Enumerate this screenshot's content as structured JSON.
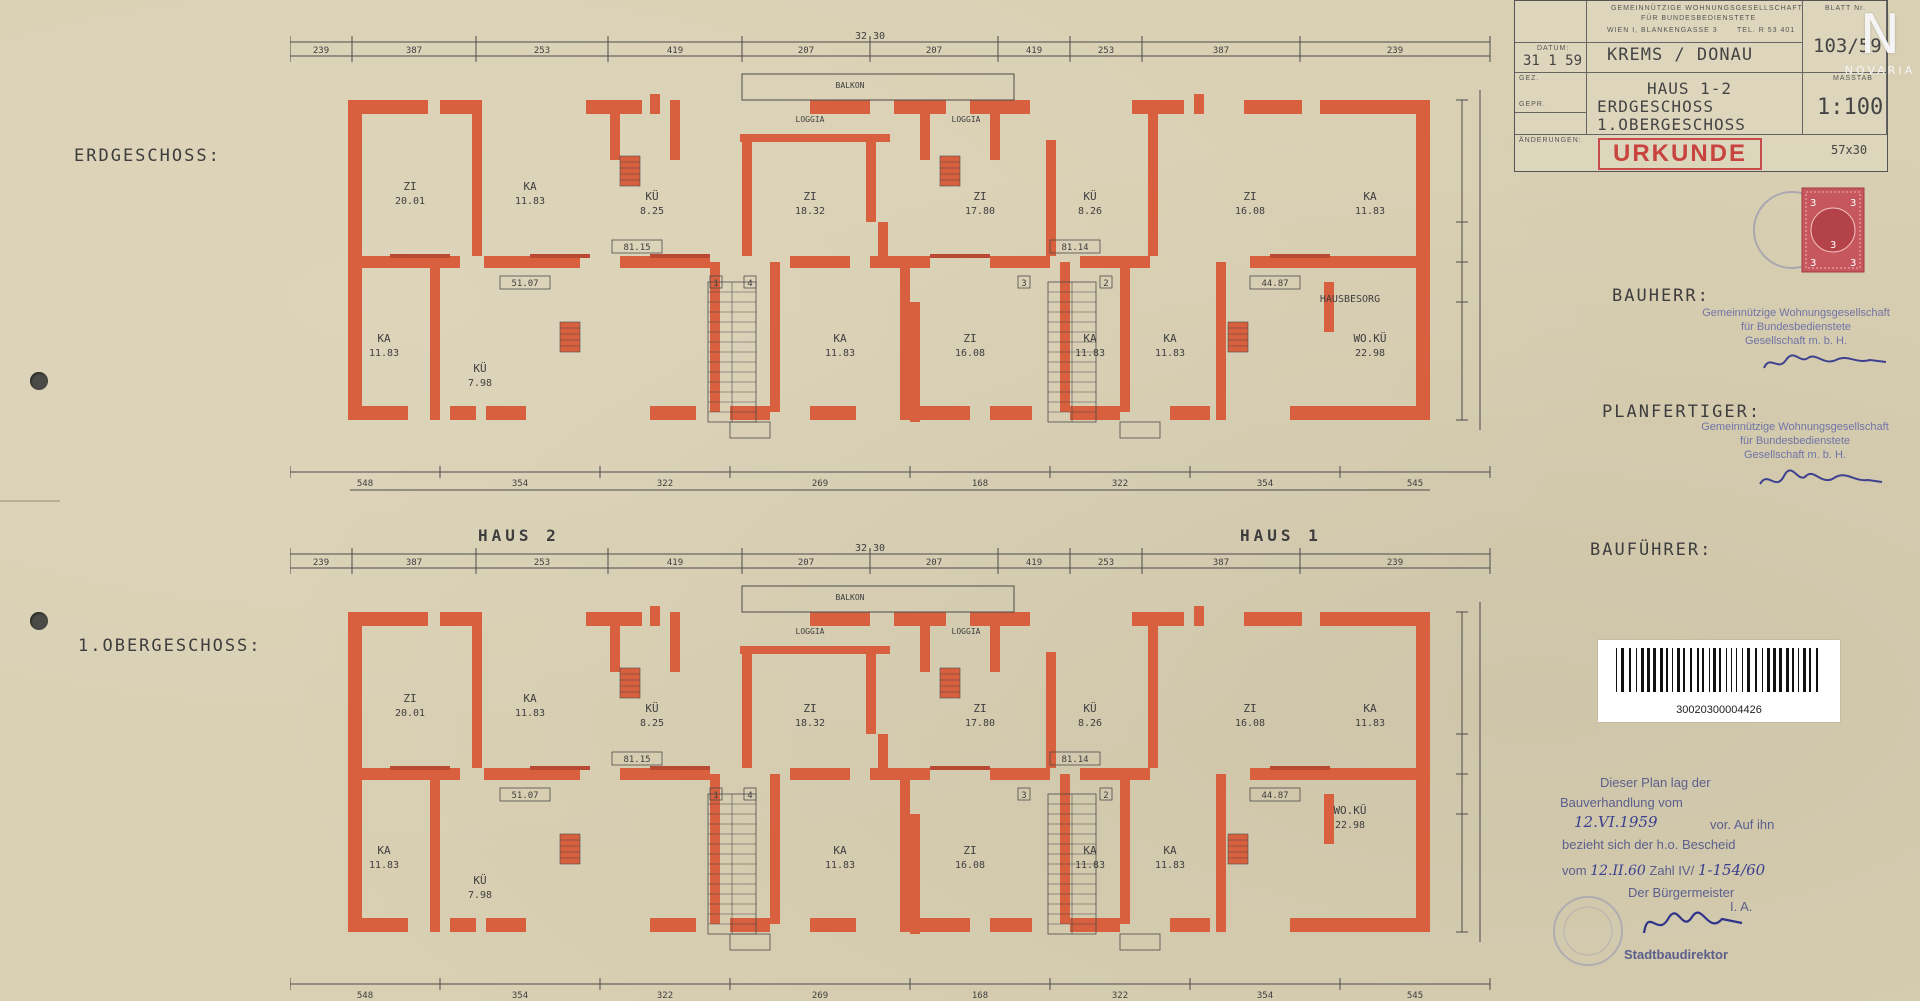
{
  "floors": {
    "ground": "ERDGESCHOSS:",
    "upper": "1.OBERGESCHOSS:"
  },
  "houses": {
    "left": "HAUS 2",
    "right": "HAUS 1"
  },
  "roles": {
    "owner": "BAUHERR:",
    "planner": "PLANFERTIGER:",
    "builder": "BAUFÜHRER:"
  },
  "stamps": {
    "owner_stamp": [
      "Gemeinnützige Wohnungsgesellschaft",
      "für Bundesbedienstete",
      "Gesellschaft m. b. H."
    ],
    "planner_stamp": [
      "Gemeinnützige Wohnungsgesellschaft",
      "für Bundesbedienstete",
      "Gesellschaft m. b. H."
    ]
  },
  "title_block": {
    "company_lines": [
      "GEMEINNÜTZIGE WOHNUNGSGESELLSCHAFT",
      "FÜR BUNDESBEDIENSTETE",
      "WIEN I, BLANKENGASSE 3",
      "TEL. R 53 401"
    ],
    "small_labels": [
      "DATUM:",
      "GEZ.",
      "GEPR.",
      "ÄNDERUNGEN:",
      "BLATT Nr.",
      "MASSTAB"
    ],
    "date": "31 1 59",
    "place": "KREMS / DONAU",
    "sheet_number": "103/59",
    "subject_lines": [
      "HAUS 1-2",
      "ERDGESCHOSS",
      "1.OBERGESCHOSS"
    ],
    "scale": "1:100",
    "stamp": "URKUNDE",
    "format": "57x30"
  },
  "logo": {
    "mark": "N",
    "text": "NOVARIA"
  },
  "barcode": {
    "number": "30020300004426"
  },
  "bescheid": {
    "line1": "Dieser Plan lag der",
    "line2_prefix": "Bauverhandlung vom",
    "line2_hand": "12.VI.1959",
    "line3_prefix": "",
    "line3_suffix": "vor. Auf ihn",
    "line4": "bezieht sich der h.o. Bescheid",
    "line5_prefix": "vom",
    "line5_hand": "12.II.60",
    "line5_mid": "Zahl IV/",
    "line5_hand2": "1-154/60",
    "line6": "Der Bürgermeister",
    "line7": "I. A.",
    "line8": "Stadtbaudirektor"
  },
  "plans": {
    "ground_rooms": [
      {
        "name": "ZI",
        "area": "20.01"
      },
      {
        "name": "KA",
        "area": "11.83"
      },
      {
        "name": "KÜ",
        "area": "8.25"
      },
      {
        "name": "ZI",
        "area": "18.32"
      },
      {
        "name": "ZI",
        "area": "17.80"
      },
      {
        "name": "KÜ",
        "area": "8.26"
      },
      {
        "name": "ZI",
        "area": "16.08"
      },
      {
        "name": "KA",
        "area": "11.83"
      },
      {
        "name": "KA",
        "area": "11.83"
      },
      {
        "name": "KÜ",
        "area": "7.98"
      },
      {
        "name": "KA",
        "area": "11.83"
      },
      {
        "name": "ZI",
        "area": "16.08"
      },
      {
        "name": "KA",
        "area": "11.83"
      },
      {
        "name": "KA",
        "area": "11.83"
      },
      {
        "name": "HAUSBESORG",
        "area": ""
      },
      {
        "name": "WO.KÜ",
        "area": "22.98"
      }
    ],
    "upper_rooms": [
      {
        "name": "ZI",
        "area": "20.01"
      },
      {
        "name": "KA",
        "area": "11.83"
      },
      {
        "name": "KÜ",
        "area": "8.25"
      },
      {
        "name": "ZI",
        "area": "18.32"
      },
      {
        "name": "ZI",
        "area": "17.80"
      },
      {
        "name": "KÜ",
        "area": "8.26"
      },
      {
        "name": "ZI",
        "area": "16.08"
      },
      {
        "name": "KA",
        "area": "11.83"
      },
      {
        "name": "KA",
        "area": "11.83"
      },
      {
        "name": "KÜ",
        "area": "7.98"
      },
      {
        "name": "KA",
        "area": "11.83"
      },
      {
        "name": "ZI",
        "area": "16.08"
      },
      {
        "name": "KA",
        "area": "11.83"
      },
      {
        "name": "KA",
        "area": "11.83"
      },
      {
        "name": "WO.KÜ",
        "area": "22.98"
      }
    ],
    "top_dims": [
      "239",
      "387",
      "253",
      "419",
      "207",
      "207",
      "419",
      "253",
      "387",
      "239"
    ],
    "overall_dim": "32.30",
    "bottom_dims": [
      "548",
      "354",
      "322",
      "269",
      "168",
      "322",
      "354",
      "545"
    ],
    "unit_areas": [
      "81.15",
      "81.14",
      "51.07",
      "44.87"
    ],
    "stair_numbers": [
      "1",
      "2",
      "3",
      "4"
    ],
    "loggia": [
      "BALKON",
      "LOGGIA",
      "LOGGIA"
    ]
  },
  "colors": {
    "wall": "#d9603e",
    "line": "#4b4b4b",
    "paper": "#d9d0b3"
  }
}
